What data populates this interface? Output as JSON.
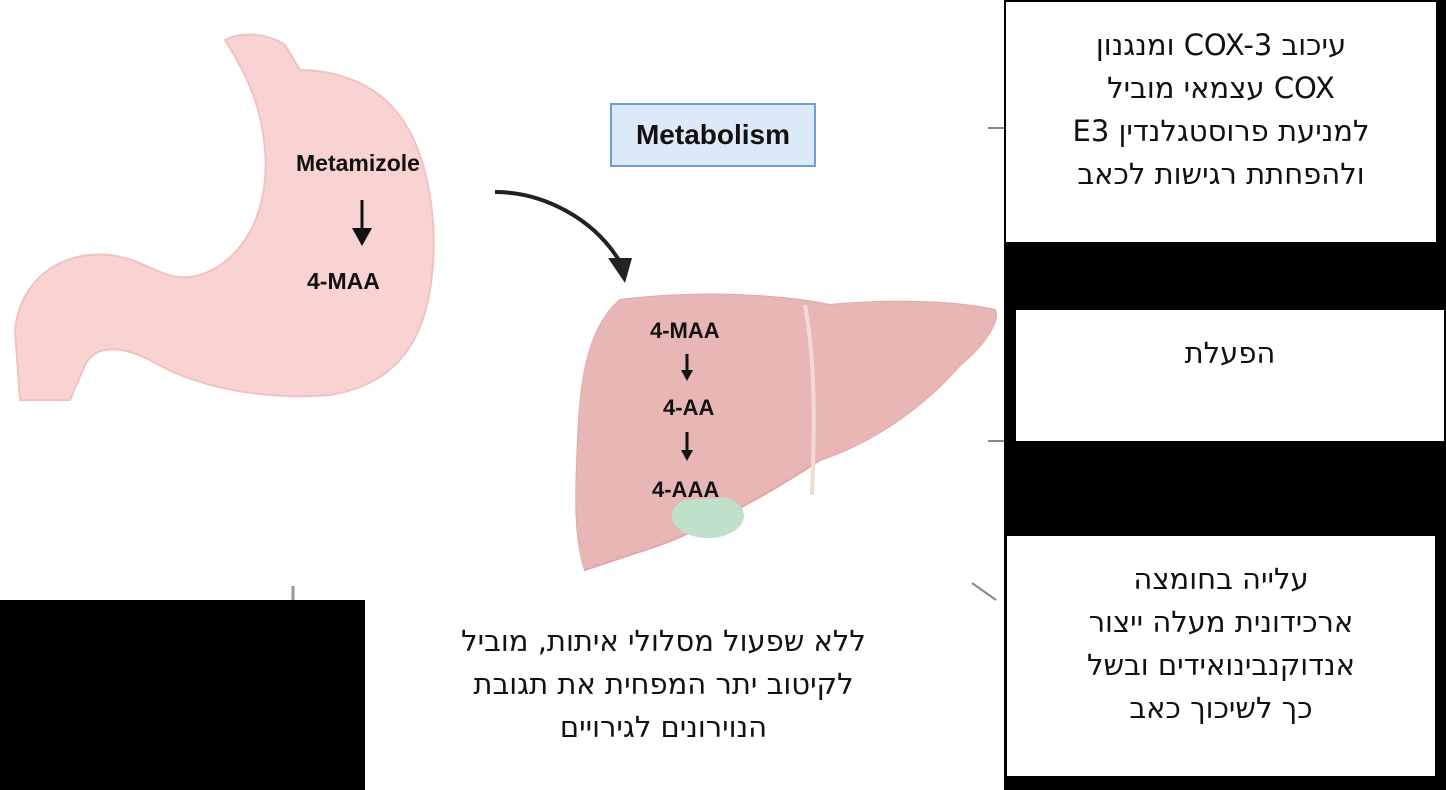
{
  "illustration": {
    "stomach": {
      "drug_label": "Metamizole",
      "metabolite_label": "4-MAA"
    },
    "metabolism_label": "Metabolism",
    "liver": {
      "steps": [
        "4-MAA",
        "4-AA",
        "4-AAA"
      ]
    },
    "colors": {
      "stomach_fill": "#f9d3d2",
      "liver_fill": "#e8b7b5",
      "gallbladder_fill": "#bfe0c9",
      "metabolism_box_fill": "#dbe9f8",
      "metabolism_box_border": "#6d9fd6"
    }
  },
  "text_boxes": {
    "cox_inhibition": {
      "lines": [
        "עיכוב COX-3 ומנגנון",
        "COX עצמאי מוביל",
        "למניעת פרוסטגלנדין E3",
        "ולהפחתת רגישות לכאב"
      ]
    },
    "activation": {
      "lines": [
        "הפעלת"
      ]
    },
    "arachidonic": {
      "lines": [
        "עלייה בחומצה",
        "ארכידונית מעלה ייצור",
        "אנדוקנבינואידים ובשל",
        "כך לשיכוך כאב"
      ]
    },
    "no_inhibition": {
      "lines": [
        "ללא שפעול מסלולי איתות, מוביל",
        "לקיטוב יתר המפחית את תגובת",
        "הנוירונים לגירויים"
      ]
    }
  }
}
